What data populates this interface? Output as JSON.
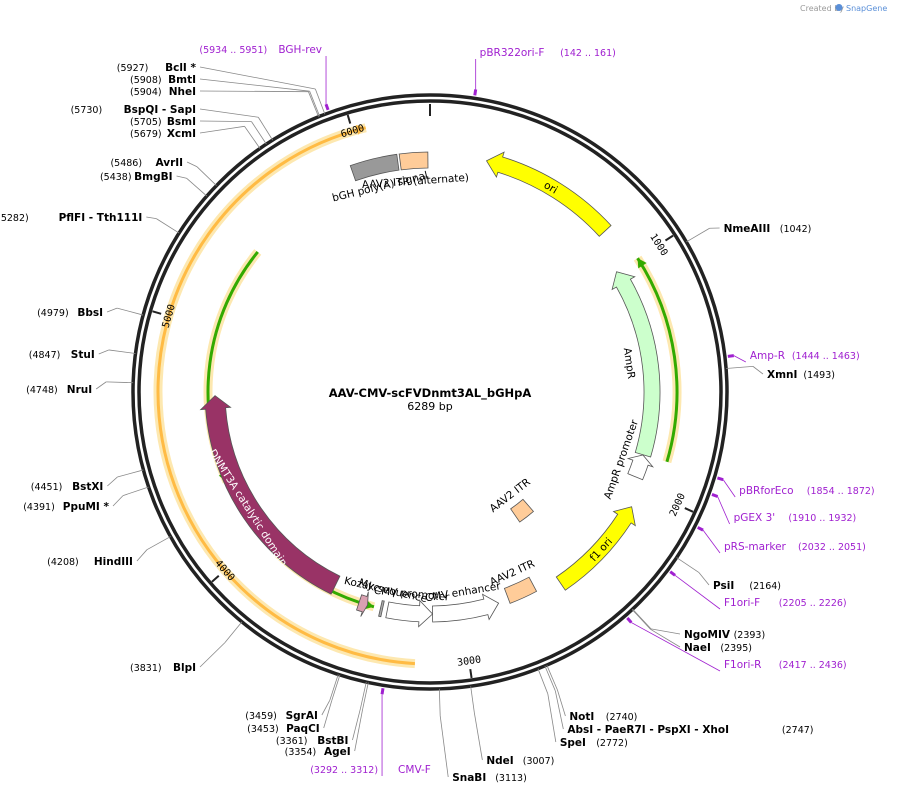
{
  "credit": {
    "text": "Created by",
    "brand": "SnapGene"
  },
  "plasmid": {
    "name": "AAV-CMV-scFVDnmt3AL_bGHpA",
    "length_label": "6289 bp",
    "length": 6289
  },
  "ticks": [
    {
      "bp": 1000,
      "label": "1000"
    },
    {
      "bp": 2000,
      "label": "2000"
    },
    {
      "bp": 3000,
      "label": "3000"
    },
    {
      "bp": 4000,
      "label": "4000"
    },
    {
      "bp": 5000,
      "label": "5000"
    },
    {
      "bp": 6000,
      "label": "6000"
    }
  ],
  "features": [
    {
      "name": "ori",
      "start": 240,
      "end": 828,
      "direction": "reverse",
      "color": "#ffff00"
    },
    {
      "name": "AmpR",
      "start": 999,
      "end": 1859,
      "direction": "reverse",
      "color": "#ccffcc"
    },
    {
      "name": "AmpR promoter",
      "start": 1860,
      "end": 1964,
      "direction": "reverse",
      "color": "#ffffff"
    },
    {
      "name": "f1 ori",
      "start": 2090,
      "end": 2545,
      "direction": "reverse",
      "color": "#ffff00"
    },
    {
      "name": "AAV2 ITR",
      "start": 2653,
      "end": 2782,
      "direction": "none",
      "color": "#ffcc99"
    },
    {
      "name": "AAV2 ITR",
      "start": 2430,
      "end": 2540,
      "direction": "none",
      "color": "#ffcc99"
    },
    {
      "name": "CMV enhancer",
      "start": 2830,
      "end": 3133,
      "direction": "reverse",
      "color": "#ffffff"
    },
    {
      "name": "CMV promoter",
      "start": 3133,
      "end": 3338,
      "direction": "reverse",
      "color": "#ffffff"
    },
    {
      "name": "Kozak sequence",
      "start": 3360,
      "end": 3370,
      "direction": "none",
      "color": "#aaaaaa"
    },
    {
      "name": "Myc",
      "start": 3430,
      "end": 3470,
      "direction": "reverse",
      "color": "#d9a0b0"
    },
    {
      "name": "DNMT3A catalytic domain",
      "start": 3600,
      "end": 4700,
      "direction": "forward",
      "color": "#993366"
    },
    {
      "name": "bGH poly(A) signal",
      "start": 5950,
      "end": 6150,
      "direction": "none",
      "color": "#999999"
    },
    {
      "name": "AAV2 ITR (alternate)",
      "start": 6160,
      "end": 6280,
      "direction": "none",
      "color": "#ffcc99"
    }
  ],
  "orfs": [
    {
      "start": 3200,
      "end": 6050,
      "direction": "forward",
      "color": "#ffbb44"
    },
    {
      "start": 999,
      "end": 1859,
      "direction": "reverse",
      "color": "#33aa00"
    },
    {
      "start": 3400,
      "end": 3900,
      "direction": "reverse",
      "color": "#33aa00"
    },
    {
      "start": 4300,
      "end": 5400,
      "direction": "reverse",
      "color": "#33aa00"
    }
  ],
  "enzymes": [
    {
      "name": "NmeAIII",
      "pos": "(1042)",
      "bp": 1042
    },
    {
      "name": "XmnI",
      "pos": "(1493)",
      "bp": 1493
    },
    {
      "name": "PsiI",
      "pos": "(2164)",
      "bp": 2164
    },
    {
      "name": "NgoMIV",
      "pos": "(2393)",
      "bp": 2393
    },
    {
      "name": "NaeI",
      "pos": "(2395)",
      "bp": 2395
    },
    {
      "name": "NotI",
      "pos": "(2740)",
      "bp": 2740
    },
    {
      "name": "AbsI  - PaeR7I  - PspXI  - XhoI",
      "pos": "(2747)",
      "bp": 2747
    },
    {
      "name": "SpeI",
      "pos": "(2772)",
      "bp": 2772
    },
    {
      "name": "NdeI",
      "pos": "(3007)",
      "bp": 3007
    },
    {
      "name": "SnaBI",
      "pos": "(3113)",
      "bp": 3113
    },
    {
      "name": "AgeI",
      "pos": "(3354)",
      "bp": 3354
    },
    {
      "name": "BstBI",
      "pos": "(3361)",
      "bp": 3361
    },
    {
      "name": "PaqCI",
      "pos": "(3453)",
      "bp": 3453
    },
    {
      "name": "SgrAI",
      "pos": "(3459)",
      "bp": 3459
    },
    {
      "name": "BlpI",
      "pos": "(3831)",
      "bp": 3831
    },
    {
      "name": "HindIII",
      "pos": "(4208)",
      "bp": 4208
    },
    {
      "name": "PpuMI *",
      "pos": "(4391)",
      "bp": 4391
    },
    {
      "name": "BstXI",
      "pos": "(4451)",
      "bp": 4451
    },
    {
      "name": "NruI",
      "pos": "(4748)",
      "bp": 4748
    },
    {
      "name": "StuI",
      "pos": "(4847)",
      "bp": 4847
    },
    {
      "name": "BbsI",
      "pos": "(4979)",
      "bp": 4979
    },
    {
      "name": "PflFI  - Tth111I",
      "pos": "(5282)",
      "bp": 5282
    },
    {
      "name": "BmgBI",
      "pos": "(5438)",
      "bp": 5438
    },
    {
      "name": "AvrII",
      "pos": "(5486)",
      "bp": 5486
    },
    {
      "name": "XcmI",
      "pos": "(5679)",
      "bp": 5679
    },
    {
      "name": "BsmI",
      "pos": "(5705)",
      "bp": 5705
    },
    {
      "name": "BspQI  - SapI",
      "pos": "(5730)",
      "bp": 5730
    },
    {
      "name": "NheI",
      "pos": "(5904)",
      "bp": 5904
    },
    {
      "name": "BmtI",
      "pos": "(5908)",
      "bp": 5908
    },
    {
      "name": "BclI *",
      "pos": "(5927)",
      "bp": 5927
    }
  ],
  "primers": [
    {
      "name": "pBR322ori-F",
      "pos": "(142 .. 161)",
      "bp": 150
    },
    {
      "name": "Amp-R",
      "pos": "(1444 .. 1463)",
      "bp": 1453
    },
    {
      "name": "pBRforEco",
      "pos": "(1854 .. 1872)",
      "bp": 1863
    },
    {
      "name": "pGEX 3'",
      "pos": "(1910 .. 1932)",
      "bp": 1921
    },
    {
      "name": "pRS-marker",
      "pos": "(2032 .. 2051)",
      "bp": 2041
    },
    {
      "name": "F1ori-F",
      "pos": "(2205 .. 2226)",
      "bp": 2215
    },
    {
      "name": "F1ori-R",
      "pos": "(2417 .. 2436)",
      "bp": 2426
    },
    {
      "name": "CMV-F",
      "pos": "(3292 .. 3312)",
      "bp": 3302
    },
    {
      "name": "BGH-rev",
      "pos": "(5934 .. 5951)",
      "bp": 5942
    }
  ]
}
